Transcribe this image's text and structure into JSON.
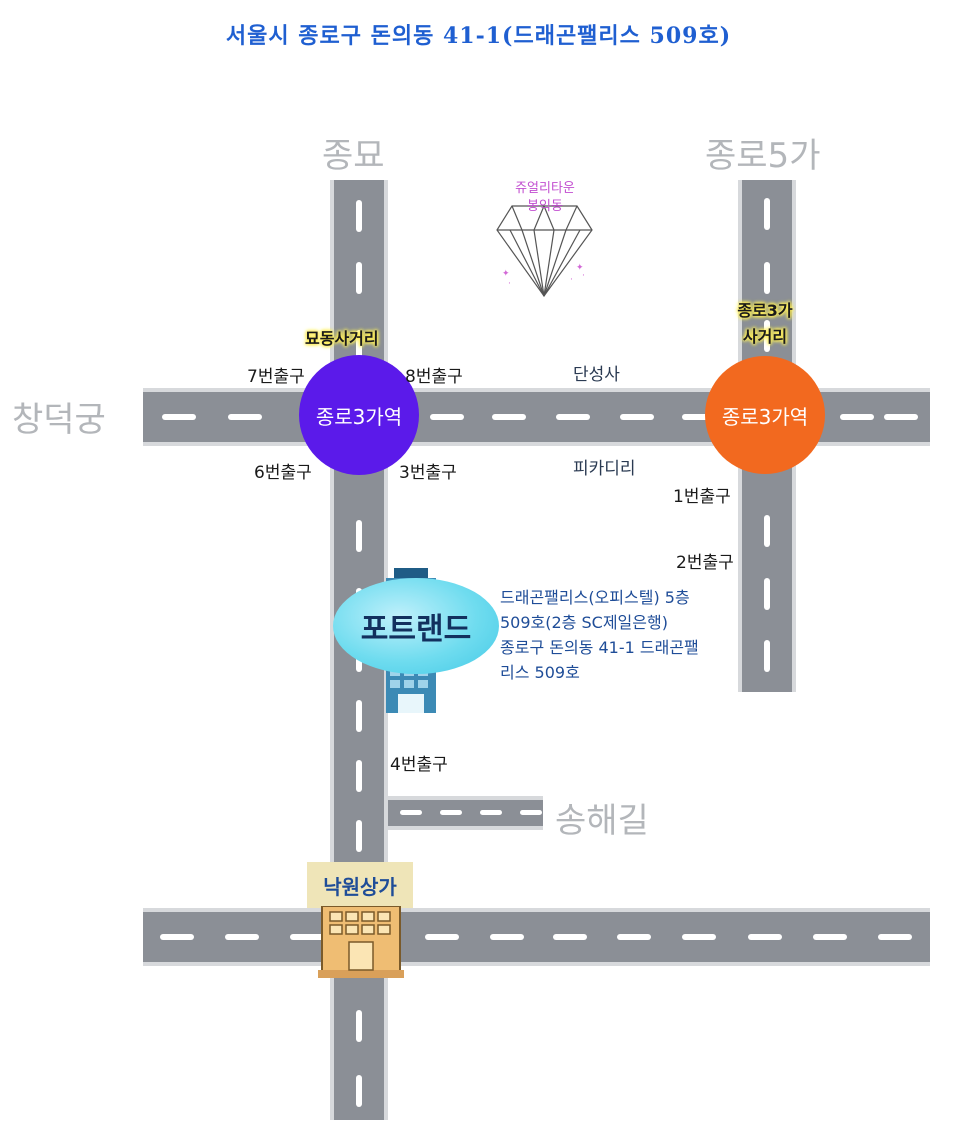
{
  "title": "서울시 종로구 돈의동 41-1(드래곤팰리스 509호)",
  "places": {
    "jongmyo": "종묘",
    "jongno5ga": "종로5가",
    "changdeokgung": "창덕궁",
    "songhaegil": "송해길"
  },
  "jewelry": {
    "line1": "쥬얼리타운",
    "line2": "봉익동"
  },
  "intersections": {
    "myodong": "묘동사거리",
    "jongno3ga_line1": "종로3가",
    "jongno3ga_line2": "사거리"
  },
  "stations": {
    "left": "종로3가역",
    "right": "종로3가역",
    "left_color": "#5b1aea",
    "right_color": "#f2691f"
  },
  "exits": {
    "e7": "7번출구",
    "e8": "8번출구",
    "e6": "6번출구",
    "e3": "3번출구",
    "e1": "1번출구",
    "e2": "2번출구",
    "e4": "4번출구"
  },
  "landmarks": {
    "dansungsa": "단성사",
    "piccadilly": "피카디리"
  },
  "portland": {
    "label": "포트랜드",
    "info": [
      "드래곤팰리스(오피스텔) 5층",
      "509호(2층 SC제일은행)",
      "종로구 돈의동 41-1 드래곤팰",
      "리스 509호"
    ]
  },
  "nakwon": "낙원상가",
  "colors": {
    "title": "#1f5fd1",
    "road": "#8b8f96",
    "info": "#1f4d98"
  }
}
